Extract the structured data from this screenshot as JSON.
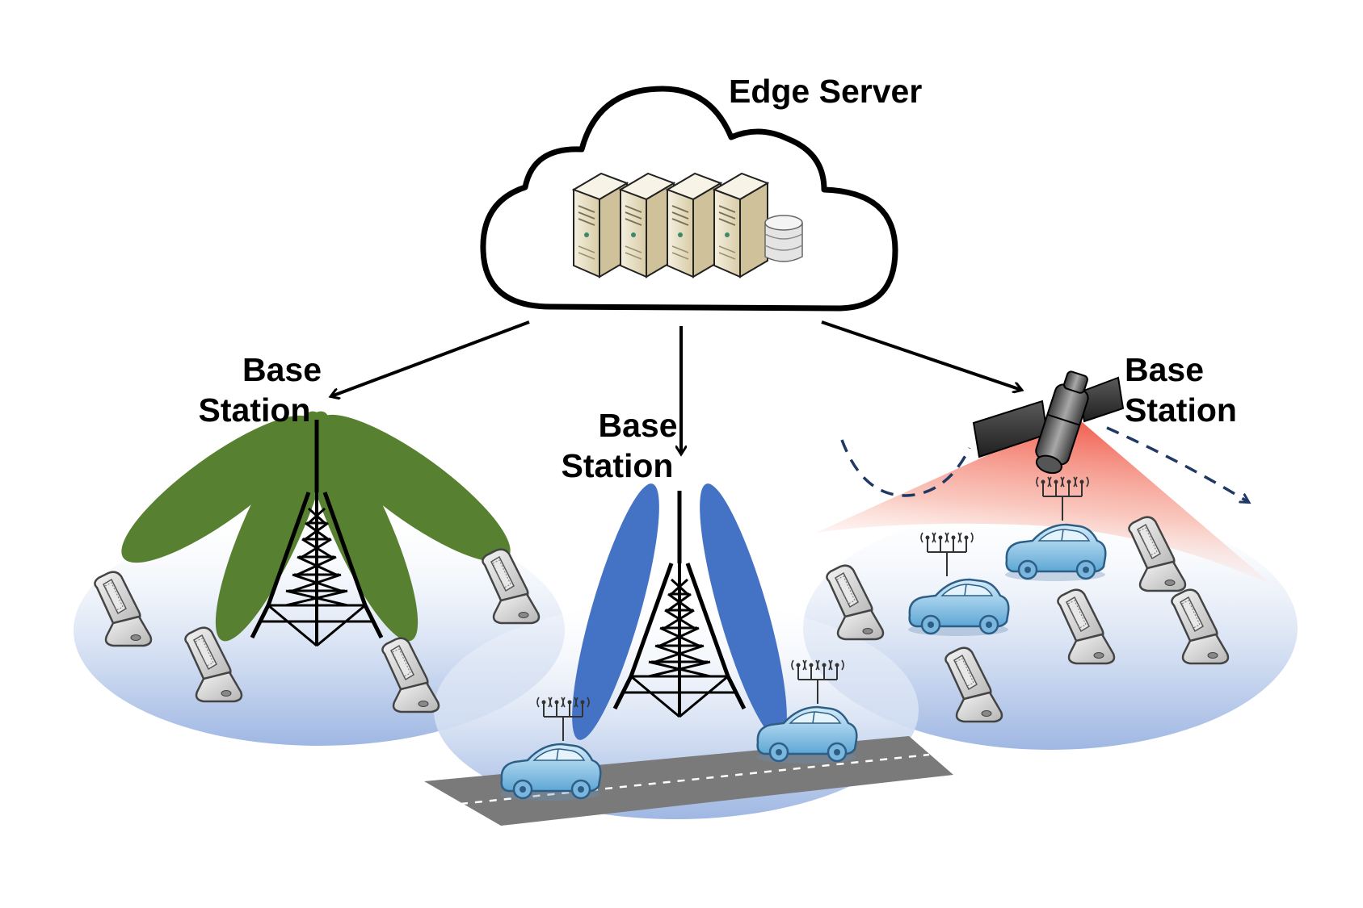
{
  "edge_server": {
    "label": "Edge Server"
  },
  "base_stations": [
    {
      "line1": "Base",
      "line2": "Station"
    },
    {
      "line1": "Base",
      "line2": "Station"
    },
    {
      "line1": "Base",
      "line2": "Station"
    }
  ],
  "colors": {
    "beam_left": "#578130",
    "beam_middle": "#4472c4",
    "satellite_cone": "#ef4b3a",
    "coverage_ground": "#b4c7e7",
    "road": "#707070",
    "car_body": "#8fc4e6",
    "server_beige": "#e6dcc0",
    "phone_gray": "#d9d9d9",
    "trajectory": "#1f3864"
  },
  "icons": [
    "cloud-icon",
    "server-icon",
    "database-icon",
    "tower-icon",
    "satellite-icon",
    "car-icon",
    "phone-icon",
    "antenna-icon"
  ]
}
